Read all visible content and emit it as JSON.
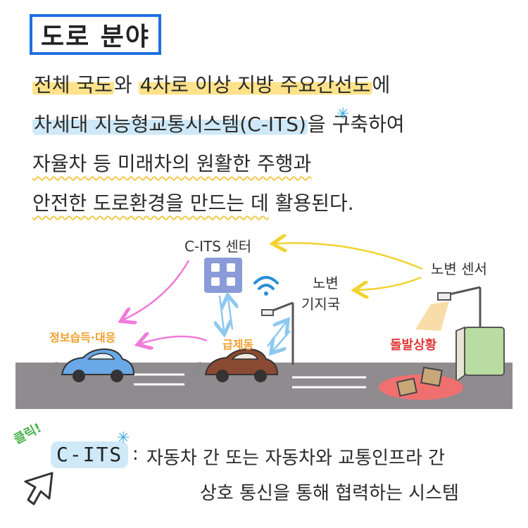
{
  "title": "도로 분야",
  "description": {
    "line1": [
      "전체 국도",
      "와 ",
      "4차로 이상 지방 주요간선도",
      "에"
    ],
    "line2": [
      "차세대 지능형교통시스템(C-ITS)",
      "을 구축하여"
    ],
    "line3": "자율차 등 미래차의 원활한 주행과",
    "line4": [
      "안전한 도로환경을 만드는 데",
      " 활용된다."
    ]
  },
  "diagram": {
    "center_label": "C-ITS 센터",
    "base_station_label_1": "노변",
    "base_station_label_2": "기지국",
    "sensor_label": "노변 센서",
    "info_label": "정보습득·대응",
    "brake_label": "급제동",
    "incident_label": "돌발상황"
  },
  "footer": {
    "click_label": "클릭!",
    "term": "C-ITS",
    "colon": ":",
    "definition_line1": "자동차 간 또는 자동차와 교통인프라 간",
    "definition_line2": "상호 통신을 통해 협력하는 시스템"
  },
  "colors": {
    "title_border": "#1e6fe0",
    "highlight_yellow": "#ffe28a",
    "highlight_blue": "#cfe9f8",
    "road": "#8f8b8f",
    "car_blue": "#6aa8e6",
    "car_brown": "#8a4a32",
    "arrow_yellow": "#f2d230",
    "arrow_pink": "#f07ad8",
    "arrow_blue": "#8cc8f0"
  }
}
